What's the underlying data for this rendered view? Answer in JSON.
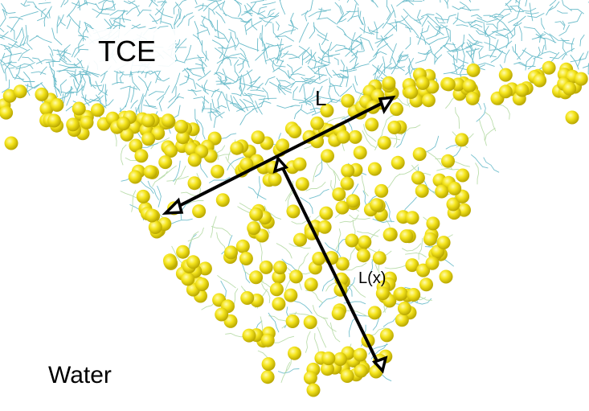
{
  "labels": {
    "organic_phase": "TCE",
    "aqueous_phase": "Water",
    "width_measure": "L",
    "depth_measure": "L(x)"
  },
  "colors": {
    "tce_chains": "#3aa6b9",
    "surfactant_tails": "#9fd08a",
    "headgroups": "#f2e21c",
    "headgroup_shadow": "#b8a800",
    "arrows": "#000000",
    "background": "#ffffff"
  }
}
